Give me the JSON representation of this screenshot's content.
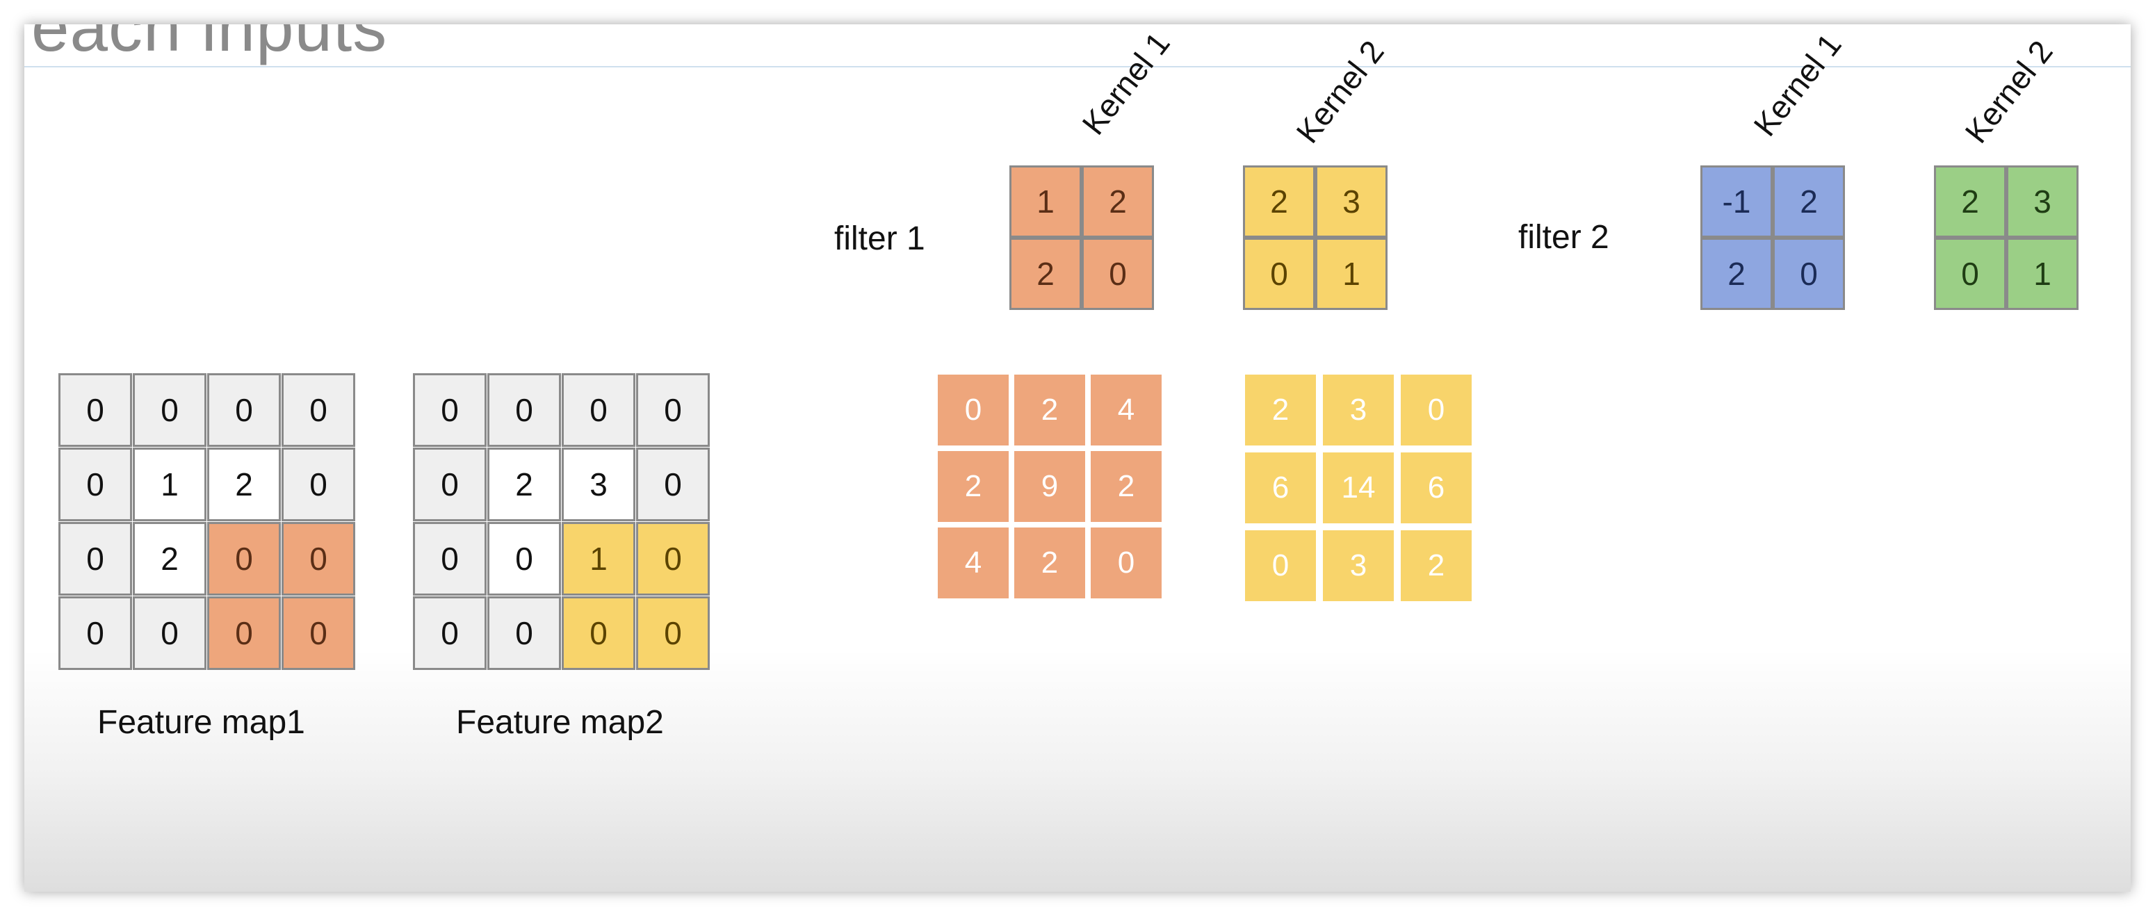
{
  "title": "each inputs",
  "feature_maps": [
    {
      "label": "Feature map1",
      "cells": [
        [
          "0",
          "0",
          "0",
          "0"
        ],
        [
          "0",
          "1",
          "2",
          "0"
        ],
        [
          "0",
          "2",
          "0",
          "0"
        ],
        [
          "0",
          "0",
          "0",
          "0"
        ]
      ],
      "highlight_color": "#eea67c"
    },
    {
      "label": "Feature map2",
      "cells": [
        [
          "0",
          "0",
          "0",
          "0"
        ],
        [
          "0",
          "2",
          "3",
          "0"
        ],
        [
          "0",
          "0",
          "1",
          "0"
        ],
        [
          "0",
          "0",
          "0",
          "0"
        ]
      ],
      "highlight_color": "#f8d46b"
    }
  ],
  "filters": [
    {
      "label": "filter 1",
      "kernels": [
        {
          "label": "Kernel 1",
          "color": "#eea67c",
          "cells": [
            [
              "1",
              "2"
            ],
            [
              "2",
              "0"
            ]
          ]
        },
        {
          "label": "Kernel 2",
          "color": "#f8d46b",
          "cells": [
            [
              "2",
              "3"
            ],
            [
              "0",
              "1"
            ]
          ]
        }
      ]
    },
    {
      "label": "filter 2",
      "kernels": [
        {
          "label": "Kernel 1",
          "color": "#8ea6e0",
          "cells": [
            [
              "-1",
              "2"
            ],
            [
              "2",
              "0"
            ]
          ]
        },
        {
          "label": "Kernel 2",
          "color": "#9bcf86",
          "cells": [
            [
              "2",
              "3"
            ],
            [
              "0",
              "1"
            ]
          ]
        }
      ]
    }
  ],
  "outputs": [
    {
      "color": "#eea67c",
      "cells": [
        [
          "0",
          "2",
          "4"
        ],
        [
          "2",
          "9",
          "2"
        ],
        [
          "4",
          "2",
          "0"
        ]
      ]
    },
    {
      "color": "#f8d46b",
      "cells": [
        [
          "2",
          "3",
          "0"
        ],
        [
          "6",
          "14",
          "6"
        ],
        [
          "0",
          "3",
          "2"
        ]
      ]
    }
  ]
}
